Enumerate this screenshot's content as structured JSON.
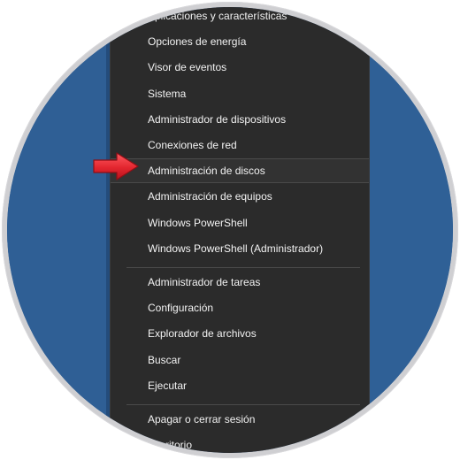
{
  "menu": {
    "items_top": [
      {
        "label": "Aplicaciones y características",
        "name": "menu-item-apps-features"
      },
      {
        "label": "Opciones de energía",
        "name": "menu-item-power-options"
      },
      {
        "label": "Visor de eventos",
        "name": "menu-item-event-viewer"
      },
      {
        "label": "Sistema",
        "name": "menu-item-system"
      },
      {
        "label": "Administrador de dispositivos",
        "name": "menu-item-device-manager"
      },
      {
        "label": "Conexiones de red",
        "name": "menu-item-network-connections"
      },
      {
        "label": "Administración de discos",
        "name": "menu-item-disk-management"
      },
      {
        "label": "Administración de equipos",
        "name": "menu-item-computer-management"
      },
      {
        "label": "Windows PowerShell",
        "name": "menu-item-powershell"
      },
      {
        "label": "Windows PowerShell (Administrador)",
        "name": "menu-item-powershell-admin"
      }
    ],
    "items_middle": [
      {
        "label": "Administrador de tareas",
        "name": "menu-item-task-manager"
      },
      {
        "label": "Configuración",
        "name": "menu-item-settings"
      },
      {
        "label": "Explorador de archivos",
        "name": "menu-item-file-explorer"
      },
      {
        "label": "Buscar",
        "name": "menu-item-search"
      },
      {
        "label": "Ejecutar",
        "name": "menu-item-run"
      }
    ],
    "items_bottom": [
      {
        "label": "Apagar o cerrar sesión",
        "name": "menu-item-shutdown-signout",
        "submenu": true
      },
      {
        "label": "Escritorio",
        "name": "menu-item-desktop"
      }
    ],
    "highlighted": "menu-item-disk-management"
  },
  "icons": {
    "pointer": "red-arrow-icon",
    "submenu": "chevron-right-icon"
  },
  "colors": {
    "menu_bg": "#2b2b2b",
    "desktop_bg": "#2f5f95",
    "arrow": "#e3262f",
    "frame": "#cfcfd2"
  }
}
